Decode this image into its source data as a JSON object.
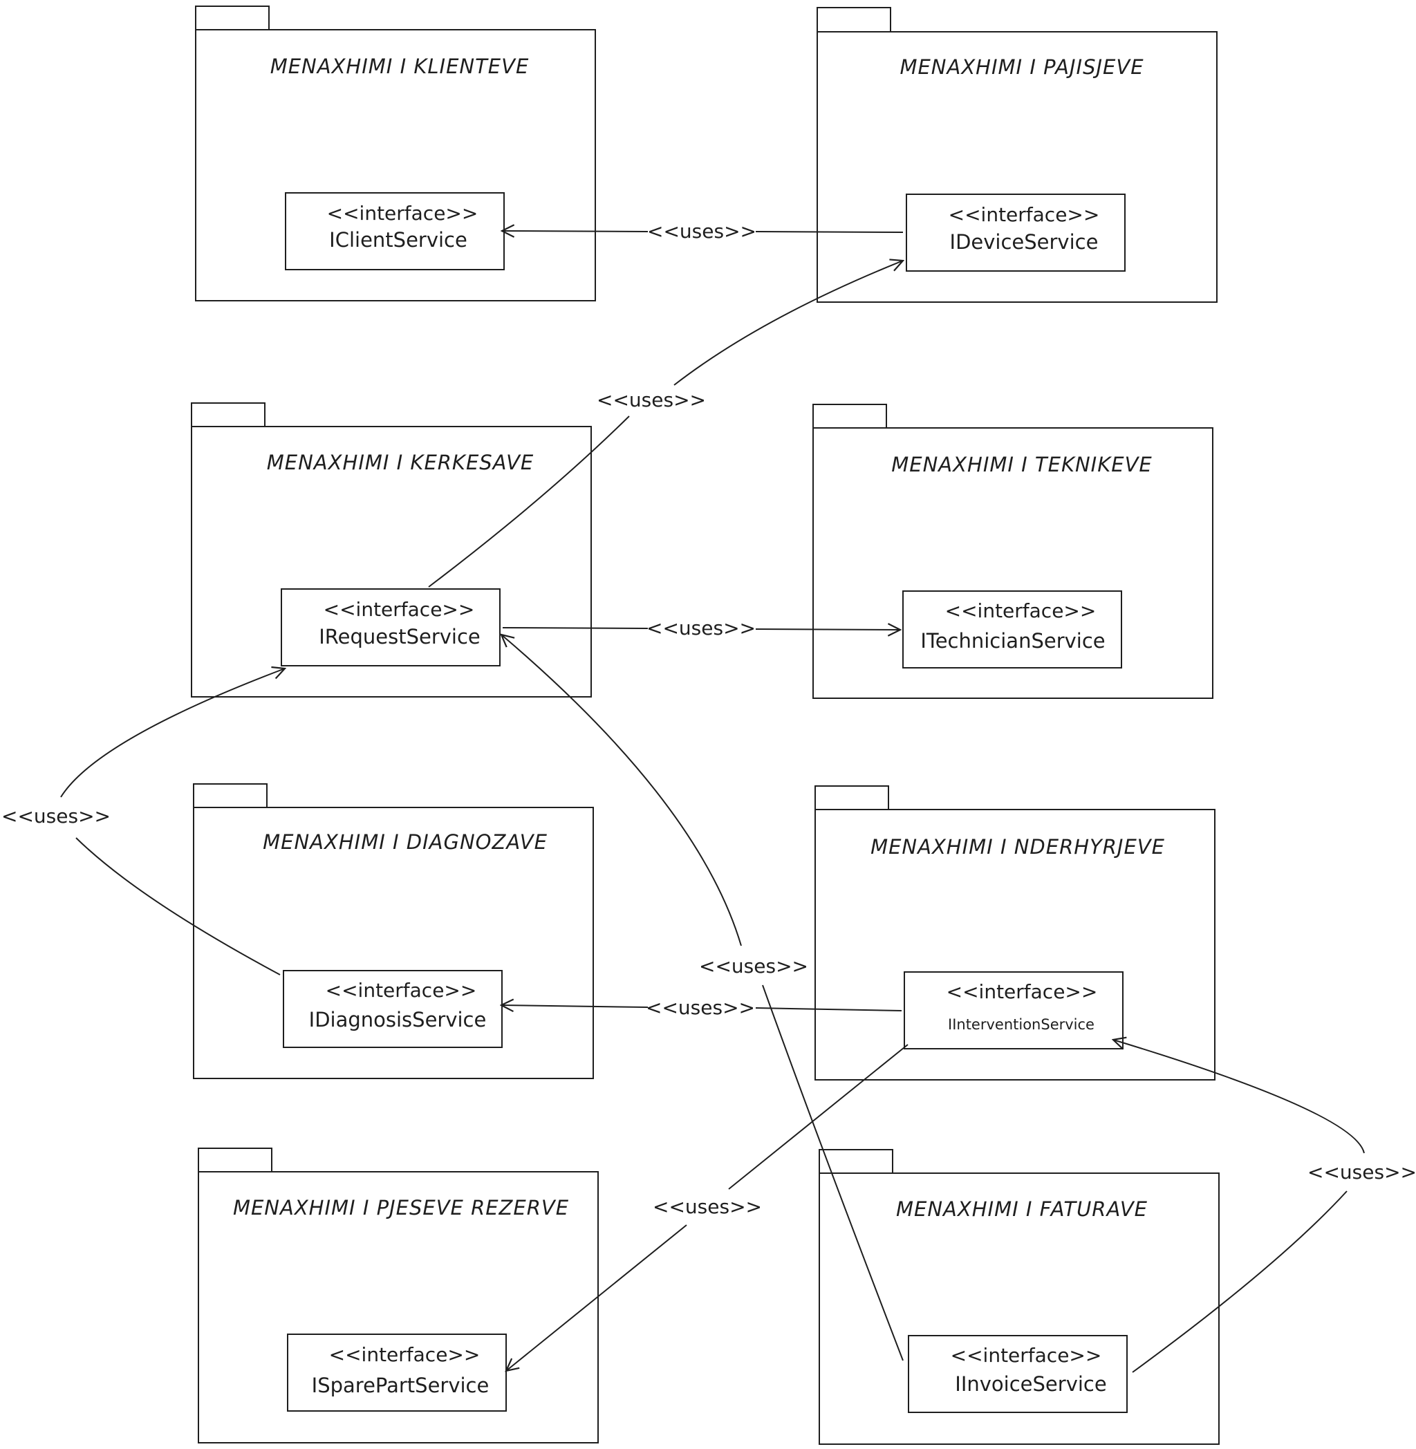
{
  "packages": [
    {
      "title": "MENAXHIMI I KLIENTEVE",
      "stereotype": "<<interface>>",
      "interface": "IClientService"
    },
    {
      "title": "MENAXHIMI I PAJISJEVE",
      "stereotype": "<<interface>>",
      "interface": "IDeviceService"
    },
    {
      "title": "MENAXHIMI I KERKESAVE",
      "stereotype": "<<interface>>",
      "interface": "IRequestService"
    },
    {
      "title": "MENAXHIMI I TEKNIKEVE",
      "stereotype": "<<interface>>",
      "interface": "ITechnicianService"
    },
    {
      "title": "MENAXHIMI I DIAGNOZAVE",
      "stereotype": "<<interface>>",
      "interface": "IDiagnosisService"
    },
    {
      "title": "MENAXHIMI I NDERHYRJEVE",
      "stereotype": "<<interface>>",
      "interface": "IInterventionService"
    },
    {
      "title": "MENAXHIMI I PJESEVE REZERVE",
      "stereotype": "<<interface>>",
      "interface": "ISparePartService"
    },
    {
      "title": "MENAXHIMI I FATURAVE",
      "stereotype": "<<interface>>",
      "interface": "IInvoiceService"
    }
  ],
  "relations": [
    {
      "from": "IDeviceService",
      "to": "IClientService",
      "label": "<<uses>>"
    },
    {
      "from": "IRequestService",
      "to": "IDeviceService",
      "label": "<<uses>>"
    },
    {
      "from": "IRequestService",
      "to": "ITechnicianService",
      "label": "<<uses>>"
    },
    {
      "from": "IDiagnosisService",
      "to": "IRequestService",
      "label": "<<uses>>"
    },
    {
      "from": "IInterventionService",
      "to": "IDiagnosisService",
      "label": "<<uses>>"
    },
    {
      "from": "IInvoiceService",
      "to": "IRequestService",
      "label": "<<uses>>"
    },
    {
      "from": "IInterventionService",
      "to": "ISparePartService",
      "label": "<<uses>>"
    },
    {
      "from": "IInvoiceService",
      "to": "IInterventionService",
      "label": "<<uses>>"
    }
  ]
}
